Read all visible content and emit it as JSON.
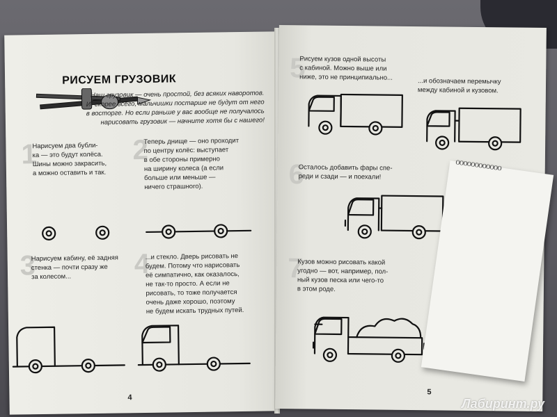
{
  "left_page": {
    "title": "РИСУЕМ ГРУЗОВИК",
    "intro": [
      "Наш грузовик — очень простой, без всяких наворотов.",
      "И, скорее всего, мальчишки постарше не будут от него",
      "в восторге. Но если раньше у вас вообще не получалось",
      "нарисовать грузовик — начните хотя бы с нашего!"
    ],
    "steps": [
      {
        "number": "1",
        "lines": [
          "Нарисуем два бубли-",
          "ка — это будут колёса.",
          "Шины можно закрасить,",
          "а можно оставить и так."
        ]
      },
      {
        "number": "2",
        "lines": [
          "Теперь днище — оно проходит",
          "по центру колёс: выступает",
          "в обе стороны примерно",
          "на ширину колеса (а если",
          "больше или меньше —",
          "ничего страшного)."
        ]
      },
      {
        "number": "3",
        "lines": [
          "Нарисуем кабину, её задняя",
          "стенка — почти сразу же",
          "за колесом..."
        ]
      },
      {
        "number": "4",
        "lines": [
          "...и стекло. Дверь рисовать не",
          "будем. Потому что нарисовать",
          "её симпатично, как оказалось,",
          "не так-то просто. А если не",
          "рисовать, то тоже получается",
          "очень даже хорошо, поэтому",
          "не будем искать трудных путей."
        ]
      }
    ],
    "page_number": "4"
  },
  "right_page": {
    "steps": [
      {
        "number": "5",
        "lines": [
          "Рисуем кузов одной высоты",
          "с кабиной. Можно выше или",
          "ниже, это не принципиально..."
        ]
      },
      {
        "number": "",
        "lines": [
          "...и обозначаем перемычку",
          "между кабиной и кузовом."
        ]
      },
      {
        "number": "6",
        "lines": [
          "Осталось добавить фары спе-",
          "реди и сзади — и поехали!"
        ]
      },
      {
        "number": "7",
        "lines": [
          "Кузов можно рисовать какой",
          "угодно — вот, например, пол-",
          "ный кузов песка или чего-то",
          "в этом роде."
        ]
      }
    ],
    "page_number": "5"
  },
  "watermark": "Лабиринт.ру",
  "notepad": {
    "spiral": "ᴏᴏᴏᴏᴏᴏᴏᴏᴏᴏᴏᴏ"
  },
  "icons": {
    "pencils": "pencils-illustration",
    "truck": "truck-drawing",
    "wheel": "wheel-drawing"
  },
  "colors": {
    "paper": "#e9e9e3",
    "ink": "#111111",
    "number_gray": "#c9c9c4"
  }
}
